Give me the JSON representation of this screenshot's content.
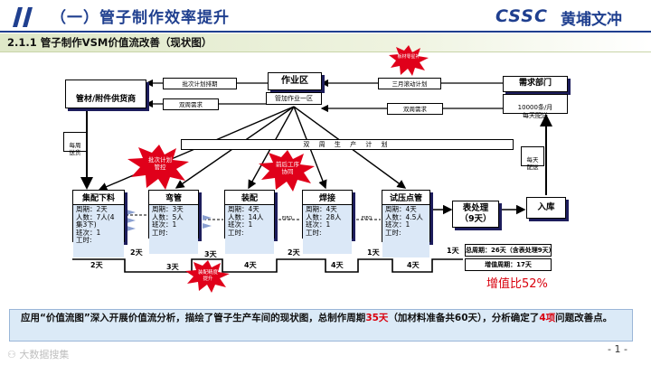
{
  "header": {
    "title": "（一）管子制作效率提升",
    "logo_text": "CSSC",
    "logo_cn": "黄埔文冲",
    "subtitle": "2.1.1 管子制作VSM价值流改善（现状图）"
  },
  "supplier": {
    "label": "管材/附件供货商"
  },
  "control": {
    "label": "作业区",
    "sub": "管加作业一区"
  },
  "customer": {
    "label": "需求部门",
    "demand": "10000条/月\n每天配送"
  },
  "flows": {
    "batch_plan": "批次计划排期",
    "biweek_left": "双周需求",
    "three_month": "三月滚动计划",
    "biweek_right": "双周需求",
    "weekly_delivery": "每周\n送货",
    "daily_delivery": "每天\n配送",
    "schedule_bar": "双 周 生 产 计 划",
    "fifo": "FIFO"
  },
  "processes": [
    {
      "name": "集配下料",
      "cycle": "周期：2天",
      "people": "人数：7人(4\n集3下)",
      "shift": "班次：1",
      "hours": "工时:"
    },
    {
      "name": "弯管",
      "cycle": "周期：3天",
      "people": "人数：5人",
      "shift": "班次：1",
      "hours": "工时:"
    },
    {
      "name": "装配",
      "cycle": "周期：4天",
      "people": "人数：14人",
      "shift": "班次：1",
      "hours": "工时:"
    },
    {
      "name": "焊接",
      "cycle": "周期：4天",
      "people": "人数：28人",
      "shift": "班次：1",
      "hours": "工时:"
    },
    {
      "name": "试压点管",
      "cycle": "周期：4天",
      "people": "人数：4.5人",
      "shift": "班次：1",
      "hours": "工时:"
    }
  ],
  "surface": {
    "name": "表处理",
    "days": "（9天）"
  },
  "warehouse": {
    "label": "入库"
  },
  "bursts": [
    "板材零星补",
    "批次计划\n管控",
    "前后工序\n协同",
    "装配精度\n提升"
  ],
  "timeline": {
    "wait_labels": [
      "2天",
      "3天",
      "4天",
      "4天",
      "4天"
    ],
    "proc_labels": [
      "2天",
      "3天",
      "2天",
      "1天",
      "1天"
    ]
  },
  "summary": {
    "total_cycle": "总周期：26天（含表处理9天）",
    "value_added": "增值周期：17天",
    "ratio": "增值比52%"
  },
  "note": {
    "part1": "应用“价值流图”深入开展价值流分析，描绘了管子生产车间的现状图，总制作周期",
    "highlight1": "35天",
    "part2": "（加材料准备共60天），分析确定了",
    "highlight2": "4项",
    "part3": "问题改善点。"
  },
  "footer": {
    "watermark": "大数据搜集",
    "page": "- 1 -"
  },
  "colors": {
    "brand_blue": "#1f3f8f",
    "accent_red": "#d9000d",
    "burst_red": "#e0001a",
    "process_fill": "#dbe8f7"
  }
}
